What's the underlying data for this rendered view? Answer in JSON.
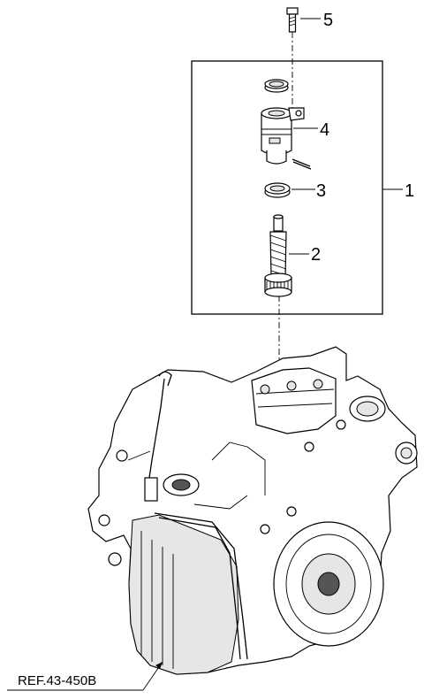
{
  "callouts": {
    "assembly": "1",
    "gear": "2",
    "seal_ring": "3",
    "sleeve": "4",
    "bolt": "5"
  },
  "reference": {
    "label": "REF.43-450B"
  }
}
